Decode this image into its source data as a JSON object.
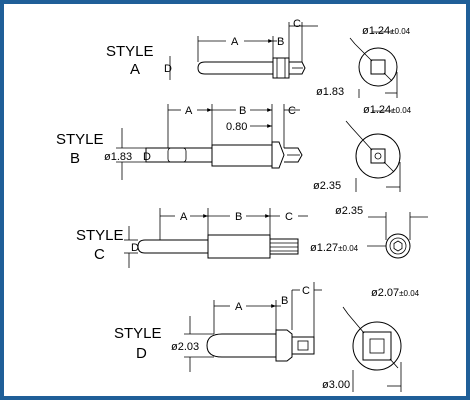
{
  "styles": [
    {
      "line1": "STYLE",
      "line2": "A",
      "dims": {
        "a": "A",
        "b": "B",
        "c": "C",
        "d": "D"
      },
      "end_diameter": "ø1.83",
      "square_diameter": "ø1.24",
      "square_tol": "±0.04"
    },
    {
      "line1": "STYLE",
      "line2": "B",
      "dims": {
        "a": "A",
        "b": "B",
        "c": "C",
        "d": "D",
        "offset": "0.80"
      },
      "shaft_diameter": "ø1.83",
      "end_diameter": "ø2.35",
      "square_diameter": "ø1.24",
      "square_tol": "±0.04"
    },
    {
      "line1": "STYLE",
      "line2": "C",
      "dims": {
        "a": "A",
        "b": "B",
        "c": "C",
        "d": "D"
      },
      "end_diameter": "ø2.35",
      "square_diameter": "ø1.27",
      "square_tol": "±0.04"
    },
    {
      "line1": "STYLE",
      "line2": "D",
      "dims": {
        "a": "A",
        "b": "B",
        "c": "C"
      },
      "shaft_diameter": "ø2.03",
      "end_diameter": "ø3.00",
      "square_diameter": "ø2.07",
      "square_tol": "±0.04"
    }
  ],
  "colors": {
    "frame": "#1f5f98",
    "line": "#000000"
  }
}
